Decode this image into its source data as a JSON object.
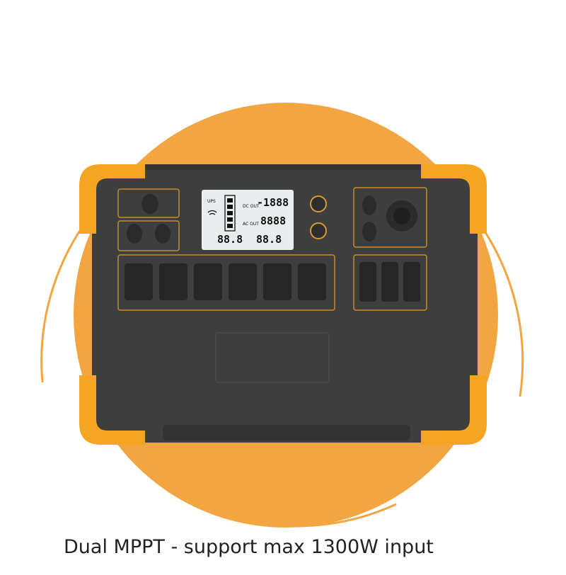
{
  "caption": "Dual MPPT - support max 1300W input",
  "colors": {
    "accent": "#F2A541",
    "bumper": "#F5A522",
    "body": "#3E3E3E",
    "panel_line": "#C98A2A",
    "lcd": "#E9EDEE",
    "background": "#FFFFFF"
  },
  "lcd": {
    "row1_value": "-1888",
    "row2_value": "8888",
    "row3_left": "88.8",
    "row3_right": "88.8",
    "dc_out": "DC OUT",
    "ac_out": "AC OUT",
    "ups": "UPS"
  },
  "icons": [
    "wifi-icon",
    "battery-icon",
    "power-button-icon",
    "usb-port-icon",
    "ac-socket-icon",
    "car-socket-icon"
  ]
}
